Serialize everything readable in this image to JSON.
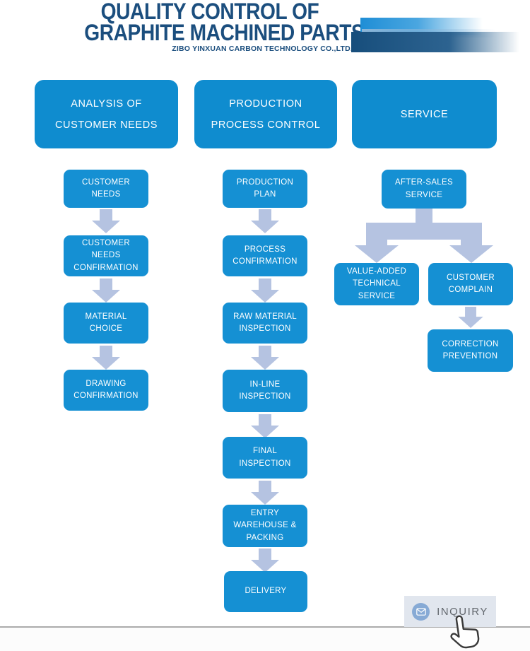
{
  "header": {
    "title_line1": "QUALITY CONTROL OF",
    "title_line2": "GRAPHITE MACHINED PARTS",
    "subtitle": "ZIBO YINXUAN CARBON TECHNOLOGY CO.,LTD."
  },
  "columns": [
    {
      "header_lines": [
        "ANALYSIS OF",
        "CUSTOMER NEEDS"
      ],
      "steps": [
        "CUSTOMER NEEDS",
        "CUSTOMER NEEDS CONFIRMATION",
        "MATERIAL CHOICE",
        "DRAWING CONFIRMATION"
      ]
    },
    {
      "header_lines": [
        "PRODUCTION",
        "PROCESS CONTROL"
      ],
      "steps": [
        "PRODUCTION PLAN",
        "PROCESS CONFIRMATION",
        "RAW MATERIAL INSPECTION",
        "IN-LINE INSPECTION",
        "FINAL INSPECTION",
        "ENTRY WAREHOUSE & PACKING",
        "DELIVERY"
      ]
    },
    {
      "header_lines": [
        "SERVICE"
      ],
      "steps": [
        "AFTER-SALES SERVICE",
        "VALUE-ADDED TECHNICAL SERVICE",
        "CUSTOMER COMPLAIN",
        "CORRECTION PREVENTION"
      ]
    }
  ],
  "inquiry": {
    "label": "INQUIRY",
    "icon": "envelope-icon",
    "cursor": "hand-cursor-icon"
  },
  "colors": {
    "box_blue": "#1590d3",
    "header_blue": "#0f8ccf",
    "arrow_blue": "#b5c3e1",
    "title_navy": "#1b4e7e",
    "decor_bright_blue": "#1f8ed6",
    "decor_dark_navy": "#174e7c",
    "inquiry_bg": "#e1e6ee",
    "inquiry_icon_bg": "#87aad5",
    "inquiry_text": "#63686e",
    "divider_gray": "#ababab"
  }
}
